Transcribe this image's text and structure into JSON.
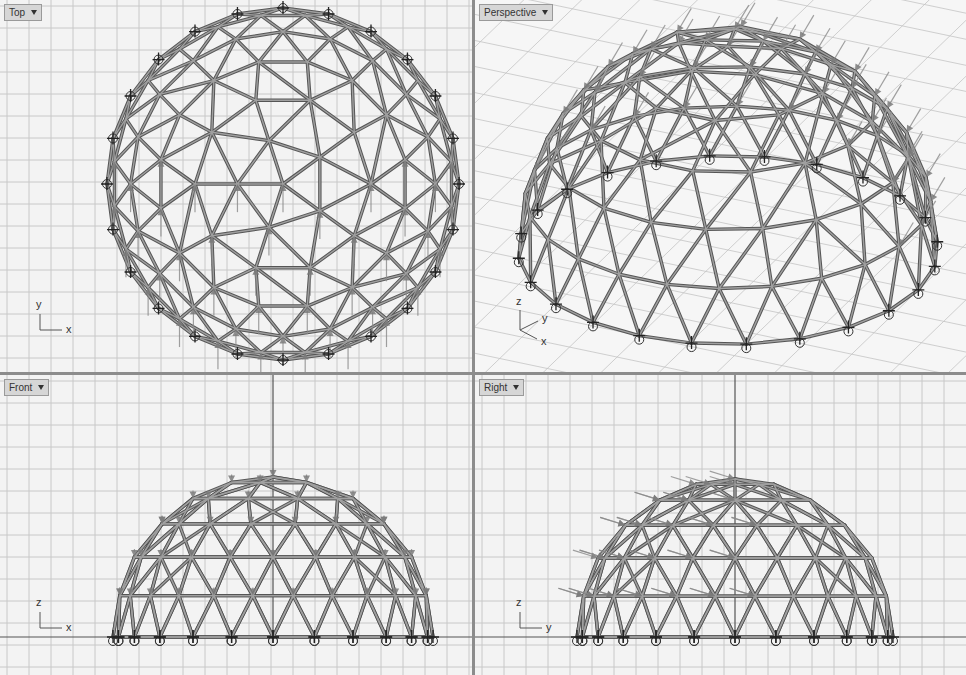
{
  "diagram": {
    "labels": [
      "Top",
      "Perspective",
      "Front",
      "Right",
      "y",
      "x",
      "z",
      "y",
      "x",
      "z",
      "x",
      "z",
      "y"
    ]
  }
}
